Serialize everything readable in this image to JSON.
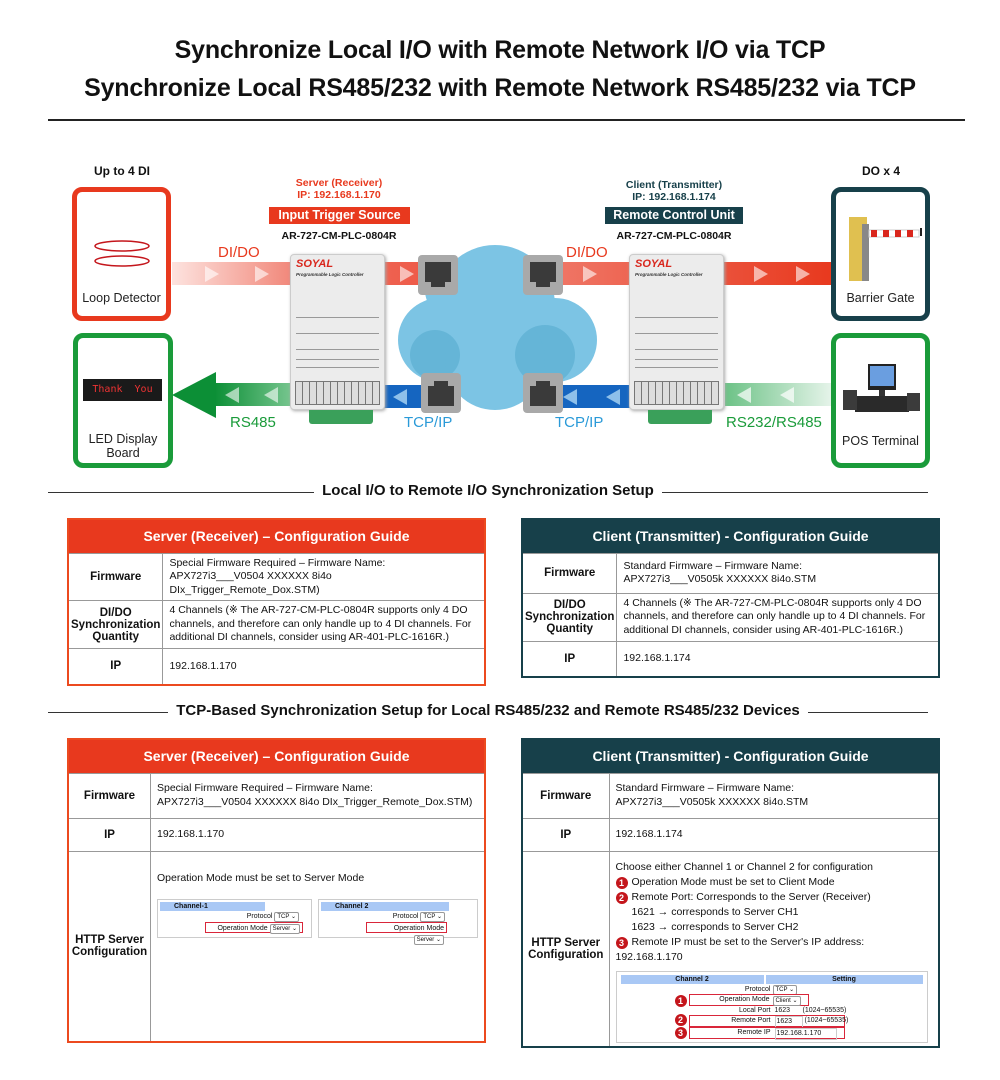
{
  "titles": [
    "Synchronize Local I/O with Remote Network I/O via TCP",
    "Synchronize Local RS485/232 with Remote Network RS485/232 via TCP"
  ],
  "diagram": {
    "left_top_label": "Up to 4 DI",
    "right_top_label": "DO x 4",
    "loop_detector": "Loop Detector",
    "led_display_text": "Thank  You",
    "led_display": [
      "LED Display",
      "Board"
    ],
    "barrier_gate": "Barrier Gate",
    "pos_terminal": "POS Terminal",
    "server": {
      "role": "Server (Receiver)",
      "ip": "IP: 192.168.1.170",
      "banner": "Input Trigger Source",
      "model": "AR-727-CM-PLC-0804R"
    },
    "client": {
      "role": "Client (Transmitter)",
      "ip": "IP: 192.168.1.174",
      "banner": "Remote Control Unit",
      "model": "AR-727-CM-PLC-0804R"
    },
    "device_brand": "SOYAL",
    "device_subtitle": "Programmable Logic Controller",
    "flows": {
      "left_dido": "DI/DO",
      "left_rs485": "RS485",
      "left_tcp": "TCP/IP",
      "right_tcp": "TCP/IP",
      "right_dido": "DI/DO",
      "right_rs": "RS232/RS485"
    },
    "colors": {
      "red": "#e8391e",
      "teal": "#17404a",
      "green": "#1a9b3a",
      "blue": "#1565c0",
      "cloud": "#7cc4e4"
    }
  },
  "section1": "Local I/O to Remote I/O Synchronization Setup",
  "section2": "TCP-Based Synchronization Setup for Local RS485/232 and Remote RS485/232 Devices",
  "io_server": {
    "title": "Server (Receiver) – Configuration Guide",
    "firmware_label": "Firmware",
    "firmware": [
      "Special Firmware Required – Firmware Name:",
      "APX727i3___V0504 XXXXXX 8i4o DIx_Trigger_Remote_Dox.STM)"
    ],
    "qty_label": "DI/DO Synchronization Quantity",
    "qty": "4 Channels (※ The AR-727-CM-PLC-0804R supports only 4 DO channels, and therefore can only handle up to 4 DI channels. For additional DI channels, consider using AR-401-PLC-1616R.)",
    "ip_label": "IP",
    "ip": "192.168.1.170"
  },
  "io_client": {
    "title": "Client (Transmitter) - Configuration Guide",
    "firmware_label": "Firmware",
    "firmware": [
      "Standard Firmware – Firmware Name:",
      "APX727i3___V0505k XXXXXX 8i4o.STM"
    ],
    "qty_label": "DI/DO Synchronization Quantity",
    "qty": "4 Channels (※ The AR-727-CM-PLC-0804R supports only 4 DO channels, and therefore can only handle up to 4 DI channels. For additional DI channels, consider using AR-401-PLC-1616R.)",
    "ip_label": "IP",
    "ip": "192.168.1.174"
  },
  "rs_server": {
    "title": "Server (Receiver) – Configuration Guide",
    "firmware_label": "Firmware",
    "firmware": [
      "Special Firmware Required – Firmware Name:",
      "APX727i3___V0504 XXXXXX 8i4o DIx_Trigger_Remote_Dox.STM)"
    ],
    "ip_label": "IP",
    "ip": "192.168.1.170",
    "http_label": "HTTP Server Configuration",
    "note": "Operation Mode must be set to Server Mode",
    "panels": [
      {
        "channel": "Channel-1",
        "protocol_label": "Protocol",
        "protocol": "TCP",
        "mode_label": "Operation Mode",
        "mode": "Server"
      },
      {
        "channel": "Channel 2",
        "protocol_label": "Protocol",
        "protocol": "TCP",
        "mode_label": "Operation Mode",
        "mode": "Server"
      }
    ]
  },
  "rs_client": {
    "title": "Client (Transmitter) - Configuration Guide",
    "firmware_label": "Firmware",
    "firmware": [
      "Standard Firmware – Firmware Name:",
      "APX727i3___V0505k XXXXXX 8i4o.STM"
    ],
    "ip_label": "IP",
    "ip": "192.168.1.174",
    "http_label": "HTTP Server Configuration",
    "intro": "Choose either Channel 1 or Channel 2 for configuration",
    "steps": [
      "Operation Mode must be set to Client Mode",
      "Remote Port: Corresponds to the Server (Receiver)",
      "Remote IP must be set to the Server's IP address: 192.168.1.170"
    ],
    "step_nums": [
      "1",
      "2",
      "3"
    ],
    "port_map": [
      "1621 → corresponds to Server CH1",
      "1623 → corresponds to Server CH2"
    ],
    "panel": {
      "channel": "Channel 2",
      "setting": "Setting",
      "protocol_label": "Protocol",
      "protocol": "TCP",
      "mode_label": "Operation Mode",
      "mode": "Client",
      "local_port_label": "Local Port",
      "local_port": "1623",
      "range": "(1024~65535)",
      "remote_port_label": "Remote Port",
      "remote_port": "1623",
      "remote_ip_label": "Remote IP",
      "remote_ip": "192.168.1.170"
    }
  }
}
